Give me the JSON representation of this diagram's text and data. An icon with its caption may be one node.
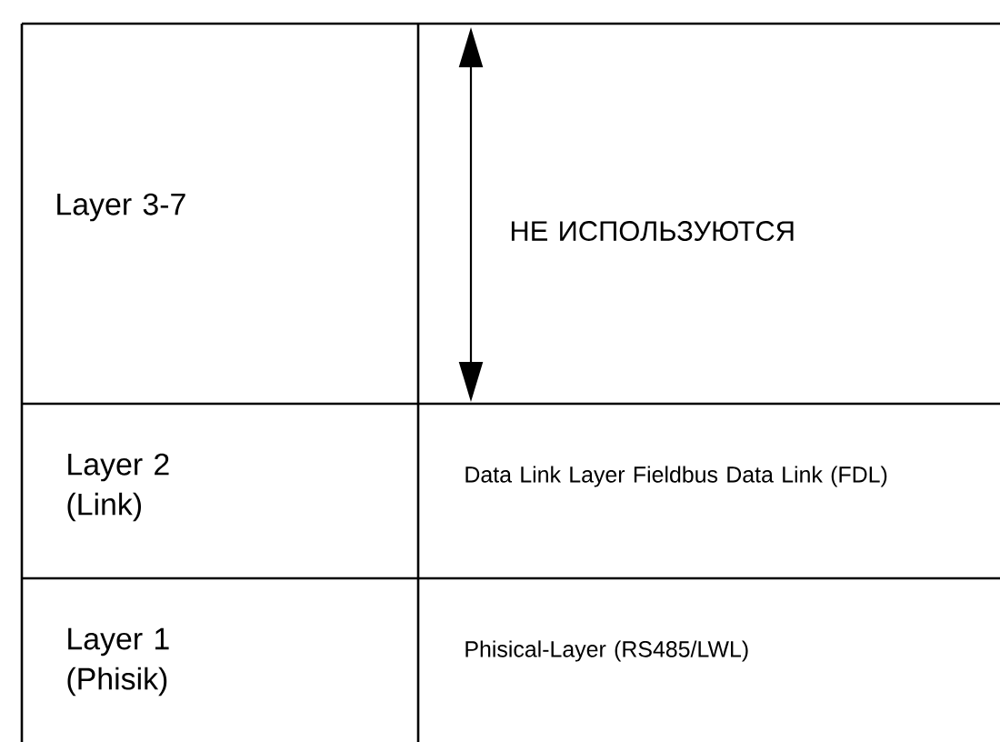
{
  "diagram": {
    "labels": [
      "Layer 3-7",
      "НЕ ИСПОЛЬЗУЮТСЯ",
      "Layer 2 (Link)",
      "Data Link Layer Fieldbus Data Link (FDL)",
      "Layer 1 (Phisik)",
      "Phisical-Layer (RS485/LWL)"
    ]
  }
}
